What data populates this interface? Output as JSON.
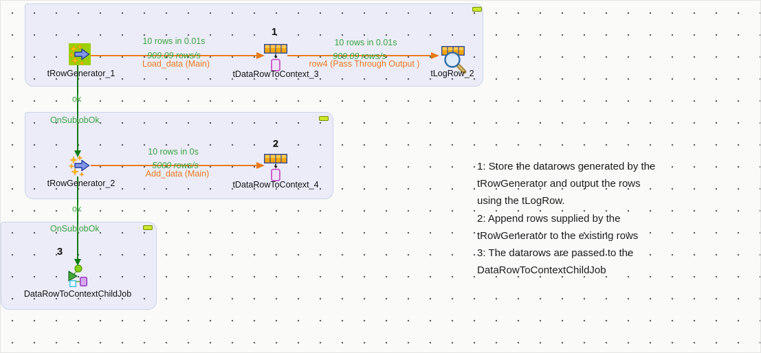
{
  "app": {
    "view": "Talend job design workspace"
  },
  "palette": {
    "canvas_background": "#FAFAF9",
    "grid_dot": "#56565A",
    "subjob_fill": "#ECECF9",
    "subjob_border": "#C7D4E9",
    "flow_line_orange": "#E97B17",
    "trigger_line_green": "#0F7A0F",
    "stat_label_green": "#3AA43A",
    "component_label": "#101010",
    "minimize_fill": "#CDE72B",
    "minimize_border": "#6E8F00",
    "trowgenerator_highlight": "#9CCF05"
  },
  "subjob1": {
    "minimize_icon": "minimize-icon",
    "nodes": {
      "trowgenerator1": {
        "label": "tRowGenerator_1",
        "icon": "trowgenerator-icon"
      },
      "tdatarowtocontext3": {
        "label": "tDataRowToContext_3",
        "badge": "1",
        "icon": "tdatarowtocontext-icon"
      },
      "tlogrow2": {
        "label": "tLogRow_2",
        "icon": "tlogrow-icon"
      }
    },
    "connections": {
      "load_data": {
        "rows": "10 rows in 0.01s",
        "rate": "909.09 rows/s",
        "name": "Load_data (Main)"
      },
      "row4": {
        "rows": "10 rows in 0.01s",
        "rate": "909.09 rows/s",
        "name": "row4 (Pass Through Output )"
      }
    }
  },
  "trigger1": {
    "label": "ok",
    "type": "OnSubjobOk"
  },
  "subjob2": {
    "minimize_icon": "minimize-icon",
    "nodes": {
      "trowgenerator2": {
        "label": "tRowGenerator_2",
        "icon": "trowgenerator-icon"
      },
      "tdatarowtocontext4": {
        "label": "tDataRowToContext_4",
        "badge": "2",
        "icon": "tdatarowtocontext-icon"
      }
    },
    "connections": {
      "add_data": {
        "rows": "10 rows in 0s",
        "rate": "5000 rows/s",
        "name": "Add_data (Main)"
      }
    }
  },
  "trigger2": {
    "label": "ok",
    "type": "OnSubjobOk"
  },
  "subjob3": {
    "minimize_icon": "minimize-icon",
    "badge": "3",
    "nodes": {
      "childjob": {
        "label": "DataRowToContextChildJob",
        "icon": "childjob-icon"
      }
    }
  },
  "annotations": {
    "note1": {
      "line1": "1: Store the datarows generated by the",
      "line2": "tRowGenerator and output the rows",
      "line3": "using the tLogRow."
    },
    "note2": {
      "line1": "2: Append rows supplied by the",
      "line2": "tRowGenerator to the existing rows"
    },
    "note3": {
      "line1": "3: The datarows are passed to the",
      "line2": "DataRowToContextChildJob"
    }
  }
}
